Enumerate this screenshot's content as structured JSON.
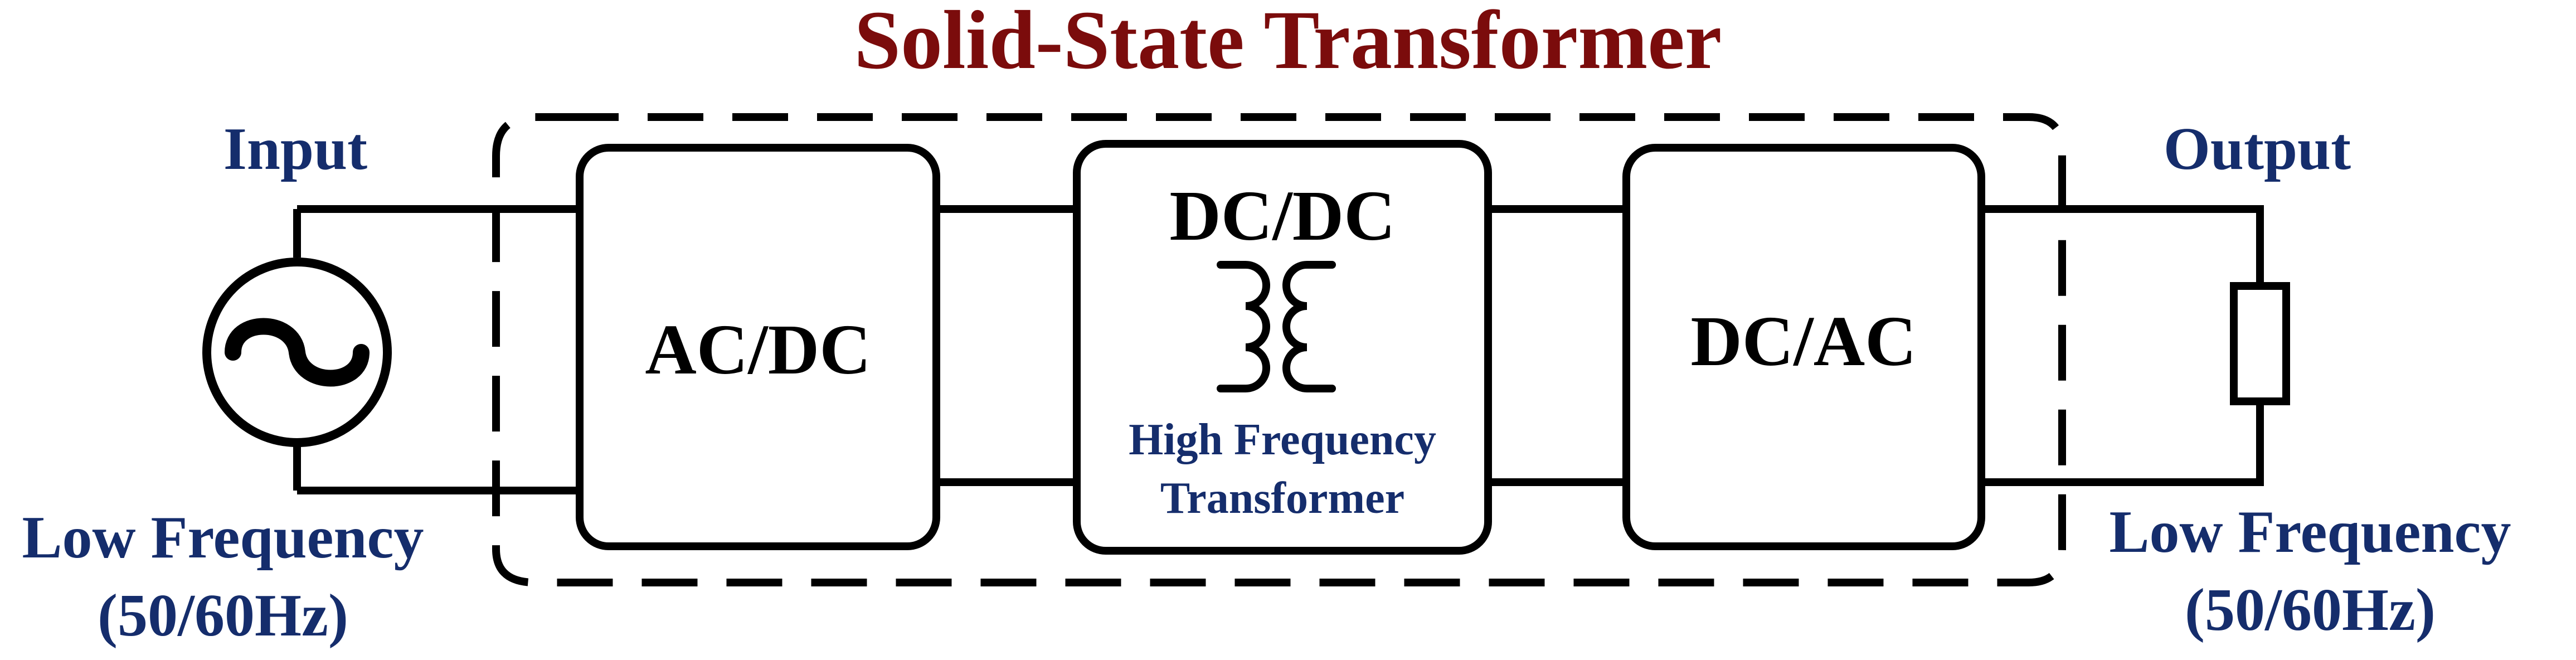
{
  "title": "Solid-State Transformer",
  "input": {
    "label": "Input",
    "frequency_line1": "Low Frequency",
    "frequency_line2": "(50/60Hz)"
  },
  "output": {
    "label": "Output",
    "frequency_line1": "Low Frequency",
    "frequency_line2": "(50/60Hz)"
  },
  "blocks": {
    "ac_dc": "AC/DC",
    "dc_dc": "DC/DC",
    "dc_ac": "DC/AC"
  },
  "hf_transformer": {
    "line1": "High Frequency",
    "line2": "Transformer"
  },
  "colors": {
    "title": "#7b0c0c",
    "labels": "#152d6c",
    "lines": "#000000"
  }
}
